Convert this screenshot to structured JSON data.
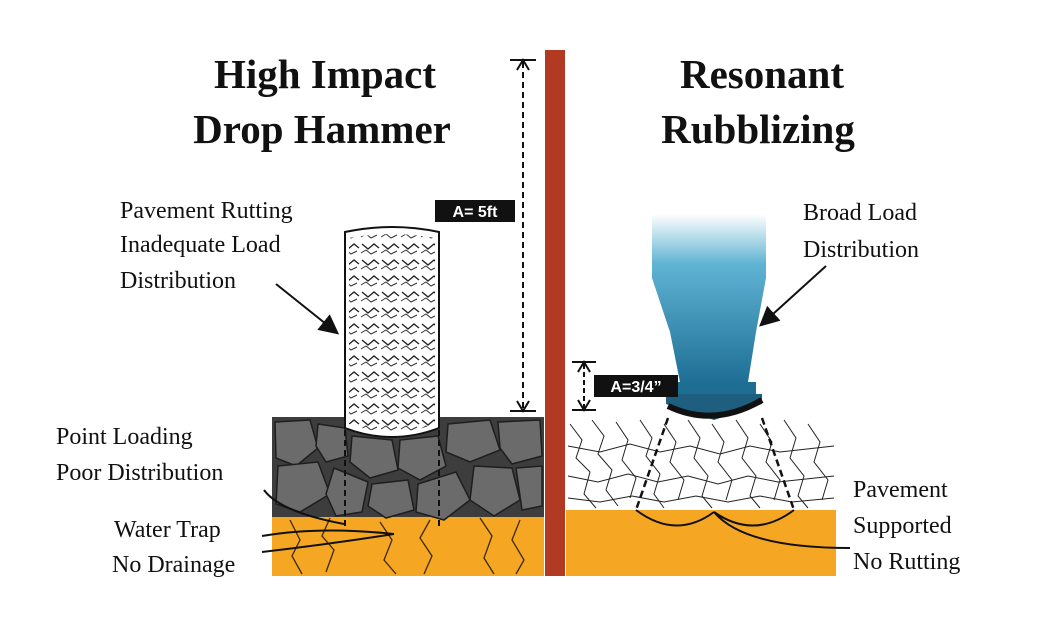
{
  "left": {
    "title_line1": "High Impact",
    "title_line2": "Drop Hammer",
    "measure_label": "A= 5ft",
    "callout_rutting": [
      "Pavement Rutting",
      "Inadequate Load",
      "Distribution"
    ],
    "callout_point": [
      "Point Loading",
      "Poor Distribution"
    ],
    "callout_water": [
      "Water Trap",
      "No Drainage"
    ]
  },
  "right": {
    "title_line1": "Resonant",
    "title_line2": "Rubblizing",
    "measure_label": "A=3/4”",
    "callout_broad": [
      "Broad Load",
      "Distribution"
    ],
    "callout_supported": [
      "Pavement",
      "Supported",
      "No Rutting"
    ]
  },
  "colors": {
    "divider": "#b23a22",
    "subbase": "#f5a623",
    "rubble": "#5a5a5a",
    "head_blue": "#1f7fa6",
    "badge_bg": "#111111"
  }
}
